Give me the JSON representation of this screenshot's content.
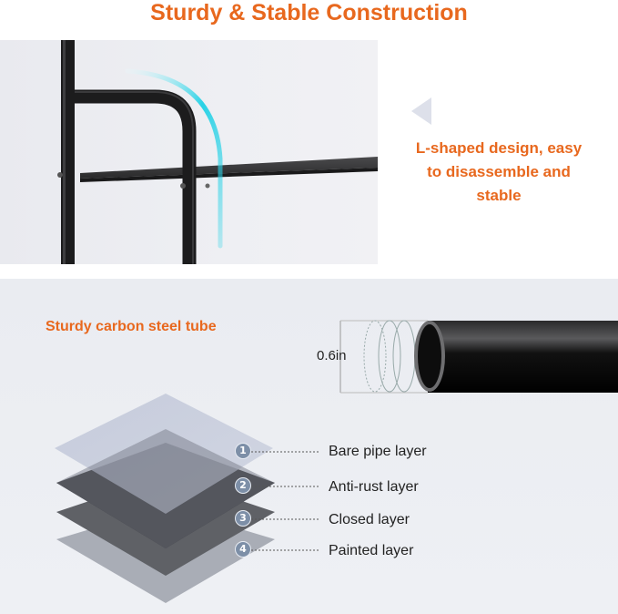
{
  "title": "Sturdy & Stable Construction",
  "feature": {
    "lines": [
      "L-shaped design, easy",
      "to disassemble and",
      "stable"
    ]
  },
  "tube": {
    "subtitle": "Sturdy carbon steel tube",
    "diameter": "0.6in"
  },
  "layers": [
    {
      "number": "1",
      "label": "Bare pipe layer"
    },
    {
      "number": "2",
      "label": "Anti-rust layer"
    },
    {
      "number": "3",
      "label": "Closed layer"
    },
    {
      "number": "4",
      "label": "Painted layer"
    }
  ],
  "colors": {
    "accent": "#e8681e",
    "highlight_arrow": "#29d2e6",
    "badge": "#7d8fa7"
  }
}
